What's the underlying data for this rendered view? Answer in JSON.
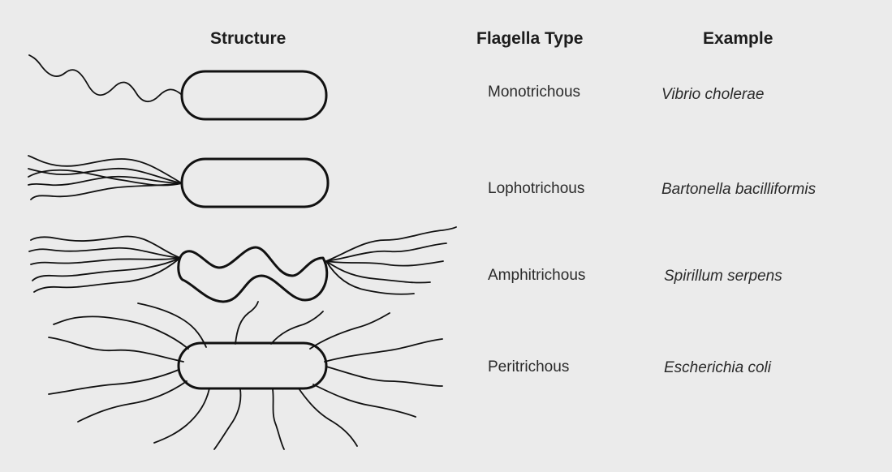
{
  "headers": {
    "structure": "Structure",
    "flagella_type": "Flagella Type",
    "example": "Example"
  },
  "rows": [
    {
      "type": "Monotrichous",
      "example": "Vibrio cholerae"
    },
    {
      "type": "Lophotrichous",
      "example": "Bartonella bacilliformis"
    },
    {
      "type": "Amphitrichous",
      "example": "Spirillum serpens"
    },
    {
      "type": "Peritrichous",
      "example": "Escherichia coli"
    }
  ]
}
